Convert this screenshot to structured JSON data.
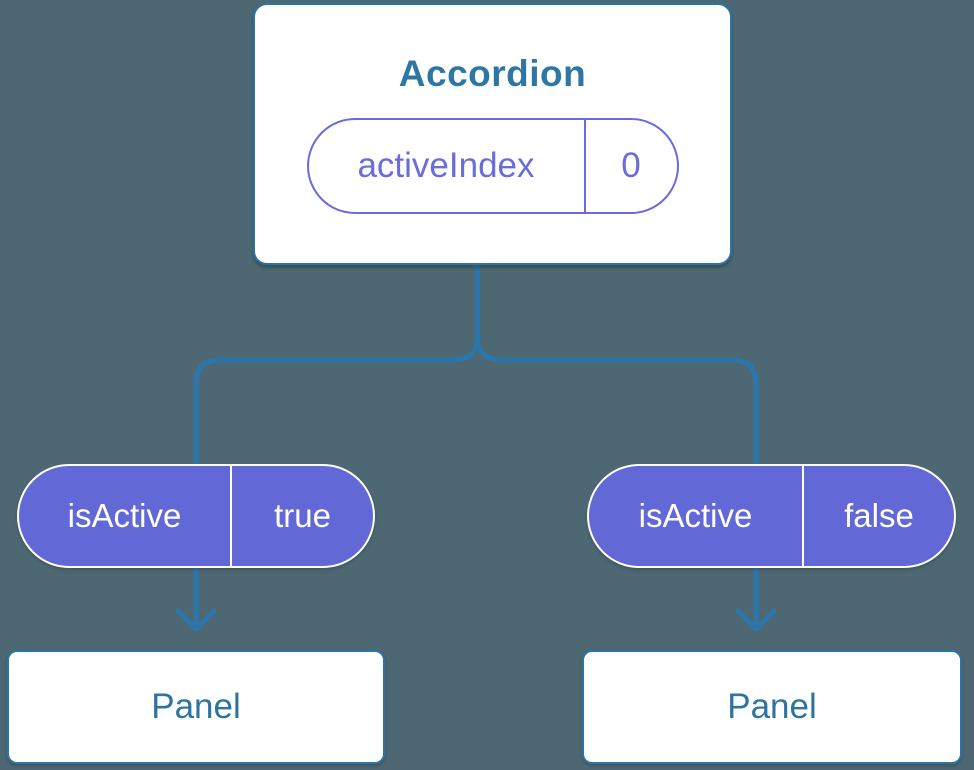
{
  "canvas": {
    "background_color": "#4d6872"
  },
  "colors": {
    "connector_blue": "#2b76aa",
    "box_border_blue": "#2b74a8",
    "label_blue": "#2e76a4",
    "prop_pill_purple": "#6269d6",
    "state_pill_purple": "#6b6cdb",
    "pill_text_white": "#ffffff"
  },
  "accordion": {
    "title": "Accordion",
    "state": {
      "name": "activeIndex",
      "value": "0"
    }
  },
  "props": {
    "left": {
      "name": "isActive",
      "value": "true"
    },
    "right": {
      "name": "isActive",
      "value": "false"
    }
  },
  "panels": {
    "left": {
      "label": "Panel"
    },
    "right": {
      "label": "Panel"
    }
  }
}
